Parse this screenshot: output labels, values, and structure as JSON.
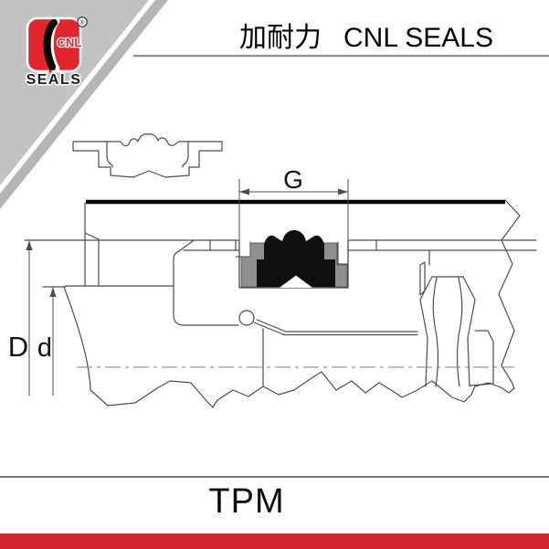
{
  "header": {
    "brand_cn": "加耐力",
    "brand_en": "CNL SEALS"
  },
  "logo": {
    "abbr": "CNL",
    "name": "SEALS",
    "registered": "®"
  },
  "drawing": {
    "dim_groove": "G",
    "dim_outer": "D",
    "dim_inner": "d"
  },
  "footer": {
    "model": "TPM"
  },
  "colors": {
    "brand_red": "#e2262c",
    "bar_red": "#d2232a",
    "seal_black": "#0f0f0f",
    "backup_gray": "#8f8f8f",
    "line_gray": "#4d4d4d",
    "triangle_gray": "#c2c2c2",
    "triangle_band_gray": "#b5b5b5"
  }
}
